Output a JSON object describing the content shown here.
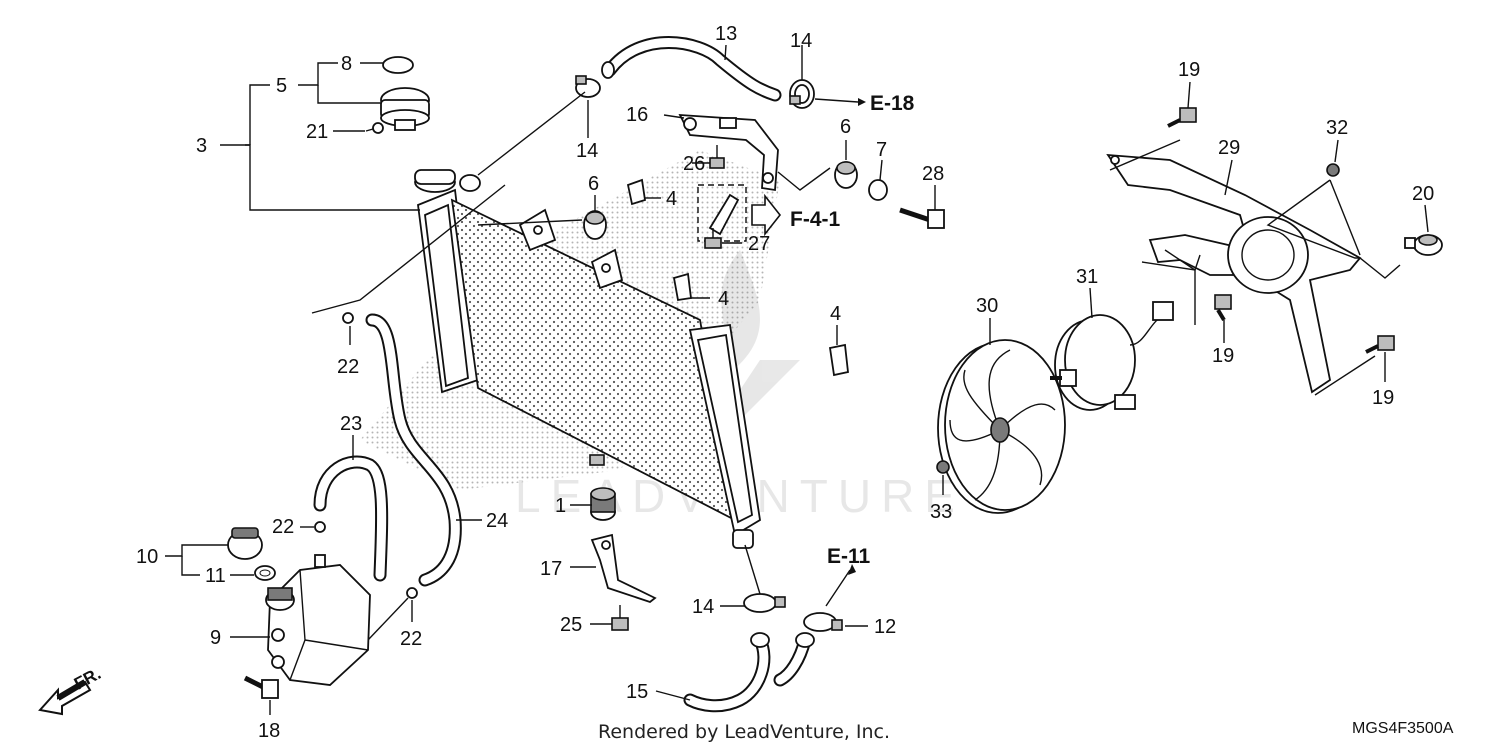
{
  "diagram": {
    "callouts": [
      {
        "id": "p1",
        "text": "1"
      },
      {
        "id": "p3",
        "text": "3"
      },
      {
        "id": "p4a",
        "text": "4"
      },
      {
        "id": "p4b",
        "text": "4"
      },
      {
        "id": "p4c",
        "text": "4"
      },
      {
        "id": "p5",
        "text": "5"
      },
      {
        "id": "p6a",
        "text": "6"
      },
      {
        "id": "p6b",
        "text": "6"
      },
      {
        "id": "p7",
        "text": "7"
      },
      {
        "id": "p8",
        "text": "8"
      },
      {
        "id": "p9",
        "text": "9"
      },
      {
        "id": "p10",
        "text": "10"
      },
      {
        "id": "p11",
        "text": "11"
      },
      {
        "id": "p12",
        "text": "12"
      },
      {
        "id": "p13",
        "text": "13"
      },
      {
        "id": "p14a",
        "text": "14"
      },
      {
        "id": "p14b",
        "text": "14"
      },
      {
        "id": "p14c",
        "text": "14"
      },
      {
        "id": "p15",
        "text": "15"
      },
      {
        "id": "p16",
        "text": "16"
      },
      {
        "id": "p17",
        "text": "17"
      },
      {
        "id": "p18",
        "text": "18"
      },
      {
        "id": "p19a",
        "text": "19"
      },
      {
        "id": "p19b",
        "text": "19"
      },
      {
        "id": "p19c",
        "text": "19"
      },
      {
        "id": "p20",
        "text": "20"
      },
      {
        "id": "p21",
        "text": "21"
      },
      {
        "id": "p22a",
        "text": "22"
      },
      {
        "id": "p22b",
        "text": "22"
      },
      {
        "id": "p22c",
        "text": "22"
      },
      {
        "id": "p23",
        "text": "23"
      },
      {
        "id": "p24",
        "text": "24"
      },
      {
        "id": "p25",
        "text": "25"
      },
      {
        "id": "p26",
        "text": "26"
      },
      {
        "id": "p27",
        "text": "27"
      },
      {
        "id": "p28",
        "text": "28"
      },
      {
        "id": "p29",
        "text": "29"
      },
      {
        "id": "p30",
        "text": "30"
      },
      {
        "id": "p31",
        "text": "31"
      },
      {
        "id": "p32",
        "text": "32"
      },
      {
        "id": "p33",
        "text": "33"
      }
    ],
    "refs": {
      "e18": "E-18",
      "f41": "F-4-1",
      "e11": "E-11"
    },
    "direction_label": "FR.",
    "credit": "Rendered by LeadVenture, Inc.",
    "diagram_code": "MGS4F3500A",
    "watermark": "LEADVENTURE"
  }
}
